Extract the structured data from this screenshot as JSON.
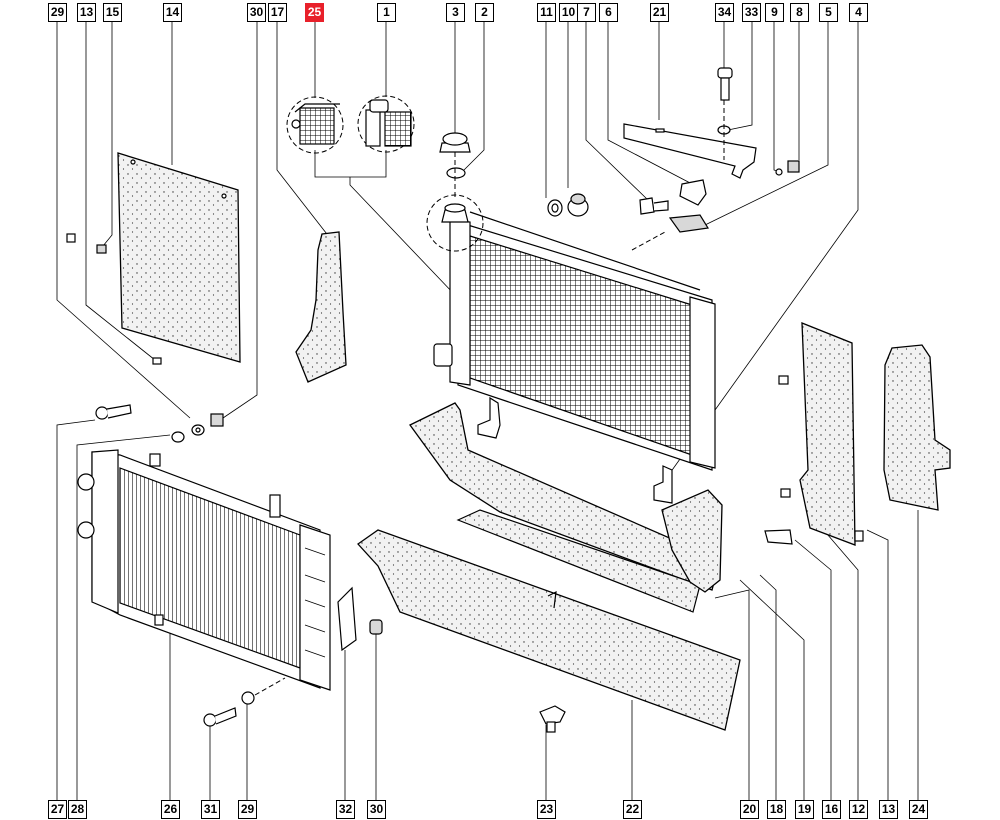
{
  "highlight_color": "#e8202a",
  "top_labels": [
    "29",
    "13",
    "15",
    "14",
    "30",
    "17",
    "25",
    "1",
    "3",
    "2",
    "11",
    "10",
    "7",
    "6",
    "21",
    "34",
    "33",
    "9",
    "8",
    "5",
    "4"
  ],
  "bottom_labels": [
    "27",
    "28",
    "26",
    "31",
    "29",
    "32",
    "30",
    "23",
    "22",
    "20",
    "18",
    "19",
    "16",
    "12",
    "13",
    "24"
  ],
  "highlighted": "25"
}
